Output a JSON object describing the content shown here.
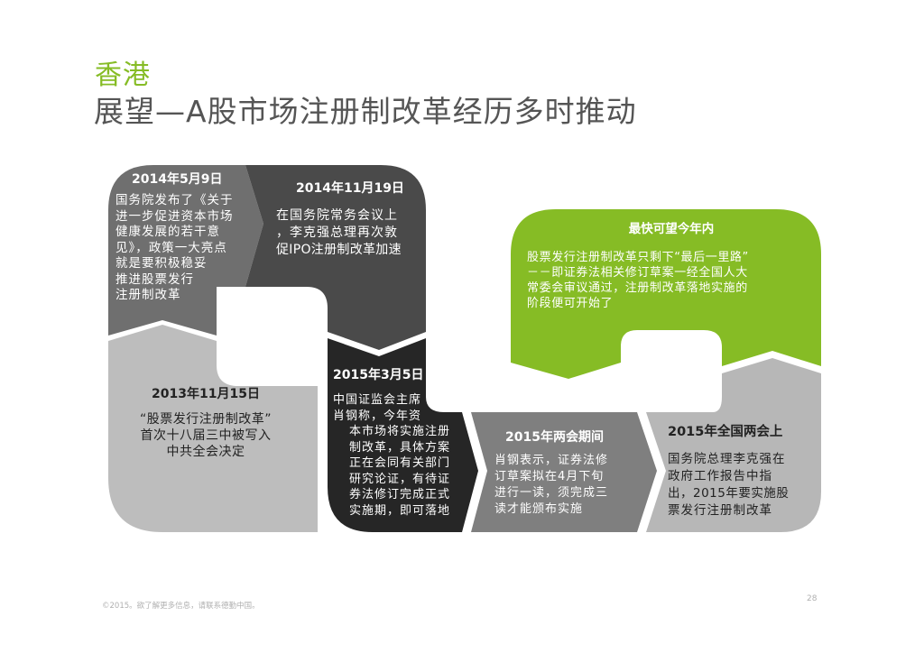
{
  "header": {
    "eyebrow": "香港",
    "title": "展望—A股市场注册制改革经历多时推动"
  },
  "colors": {
    "accent_green": "#86bc25",
    "gray_dark": "#3a3a3a",
    "gray_mid_dark": "#585858",
    "gray_mid": "#7d7d7d",
    "gray_light": "#b9b9b9",
    "near_black": "#262626"
  },
  "timeline": [
    {
      "date": "2013年11月15日",
      "lines": [
        "“股票发行注册制改革”",
        "首次十八届三中被写入",
        "中共全会决定"
      ]
    },
    {
      "date": "2014年5月9日",
      "lines": [
        "国务院发布了《关于",
        "进一步促进资本市场",
        "健康发展的若干意",
        "见》，政策一大亮点",
        "就是要积极稳妥",
        "推进股票发行",
        "注册制改革"
      ]
    },
    {
      "date": "2014年11月19日",
      "lines": [
        "在国务院常务会议上",
        "，李克强总理再次敦",
        "促IPO注册制改革加速"
      ]
    },
    {
      "date": "2015年3月5日",
      "lines": [
        "中国证监会主席",
        "肖钢称，今年资",
        "本市场将实施注册",
        "制改革，具体方案",
        "正在会同有关部门",
        "研究论证，有待证",
        "券法修订完成正式",
        "实施期，即可落地"
      ]
    },
    {
      "date": "2015年两会期间",
      "lines": [
        "肖钢表示，证券法修",
        "订草案拟在4月下旬",
        "进行一读，须完成三",
        "读才能颁布实施"
      ]
    },
    {
      "date": "2015年全国两会上",
      "lines": [
        "国务院总理李克强在",
        "政府工作报告中指",
        "出，2015年要实施股",
        "票发行注册制改革"
      ]
    },
    {
      "date": "最快可望今年内",
      "lines": [
        "股票发行注册制改革只剩下“最后一里路”",
        "－－即证券法相关修订草案一经全国人大",
        "常委会审议通过，注册制改革落地实施的",
        "阶段便可开始了"
      ]
    }
  ],
  "footer": {
    "copyright": "©2015。欲了解更多信息，请联系德勤中国。",
    "page_number": "28"
  }
}
